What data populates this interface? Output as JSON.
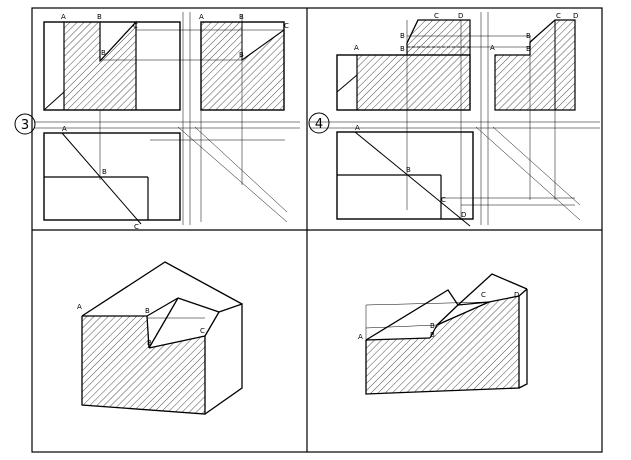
{
  "panels": {
    "step3": {
      "step_number": "3",
      "labels": {
        "a": "A",
        "b": "B",
        "c": "C"
      }
    },
    "step4": {
      "step_number": "4",
      "labels": {
        "a": "A",
        "b": "B",
        "c": "C",
        "d": "D"
      }
    }
  },
  "colors": {
    "line": "#000000",
    "background": "#ffffff"
  }
}
